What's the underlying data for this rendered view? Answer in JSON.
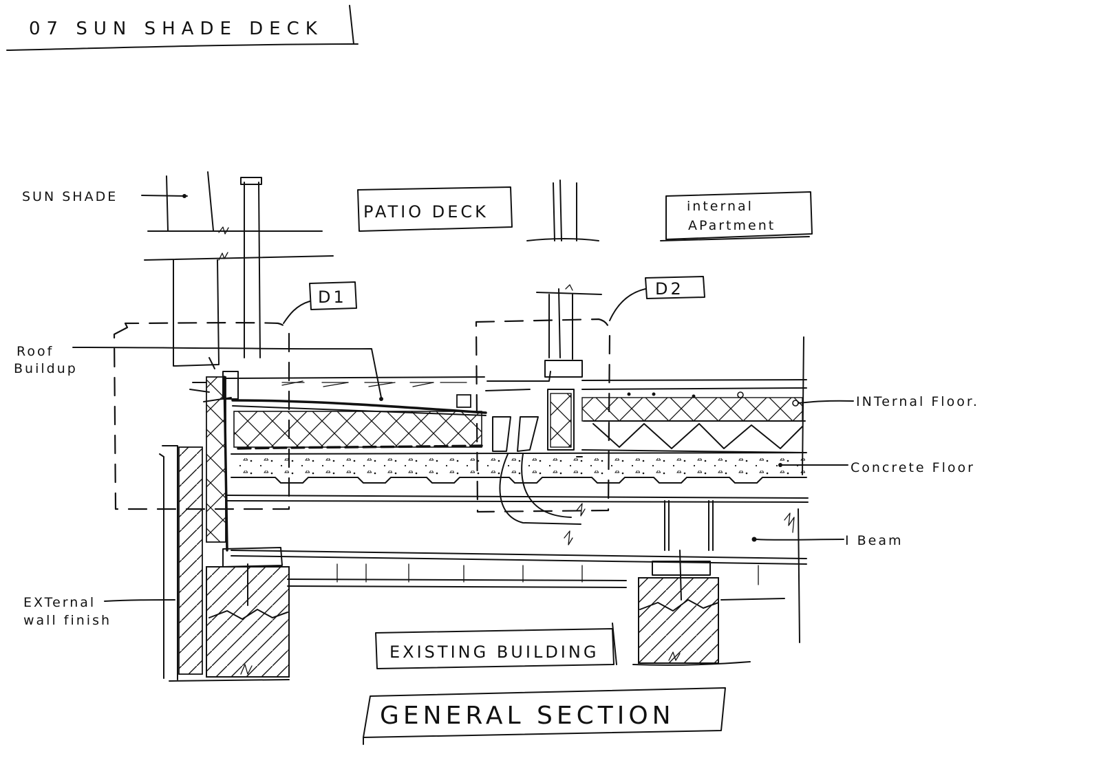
{
  "title": "07 SUN SHADE DECK",
  "tags": {
    "patio_deck": "PATIO DECK",
    "internal_apartment_line1": "internal",
    "internal_apartment_line2": "APartment",
    "d1": "D1",
    "d2": "D2",
    "existing_building": "EXISTING BUILDING",
    "general_section": "GENERAL SECTION"
  },
  "labels": {
    "sun_shade": "SUN SHADE",
    "roof_buildup_line1": "Roof",
    "roof_buildup_line2": "Buildup",
    "internal_floor": "INTernal Floor.",
    "concrete_floor": "Concrete Floor",
    "i_beam": "I Beam",
    "external_wall_line1": "EXTernal",
    "external_wall_line2": "wall finish"
  }
}
